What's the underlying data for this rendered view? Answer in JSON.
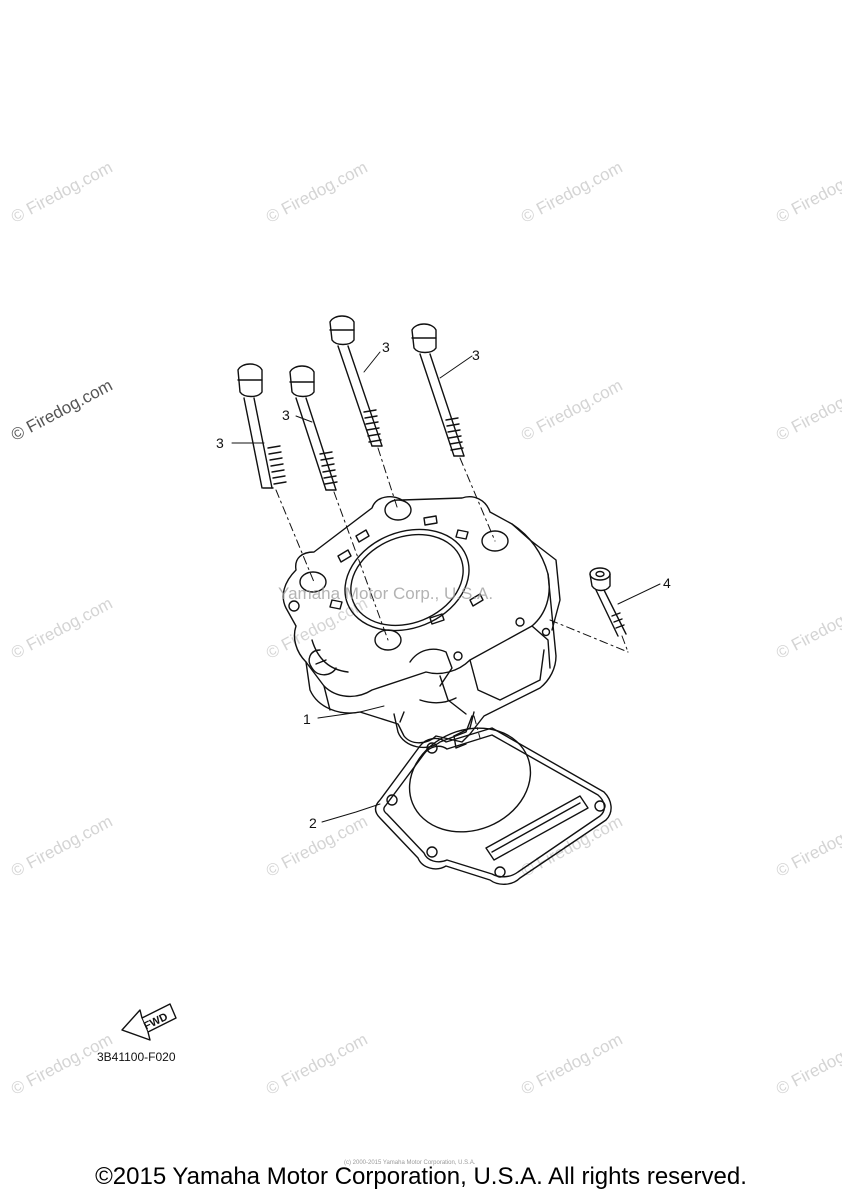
{
  "watermark": {
    "text": "© Firedog.com",
    "center_text": "Yamaha Motor Corp., U.S.A.",
    "footer_note": "(c) 2000-2015 Yamaha Motor Corporation, U.S.A."
  },
  "callouts": {
    "cylinder": "1",
    "gasket": "2",
    "bolt": "3",
    "small_bolt": "4"
  },
  "fwd_label": "FWD",
  "diagram_code": "3B41100-F020",
  "copyright": "©2015 Yamaha Motor Corporation, U.S.A. All rights reserved."
}
